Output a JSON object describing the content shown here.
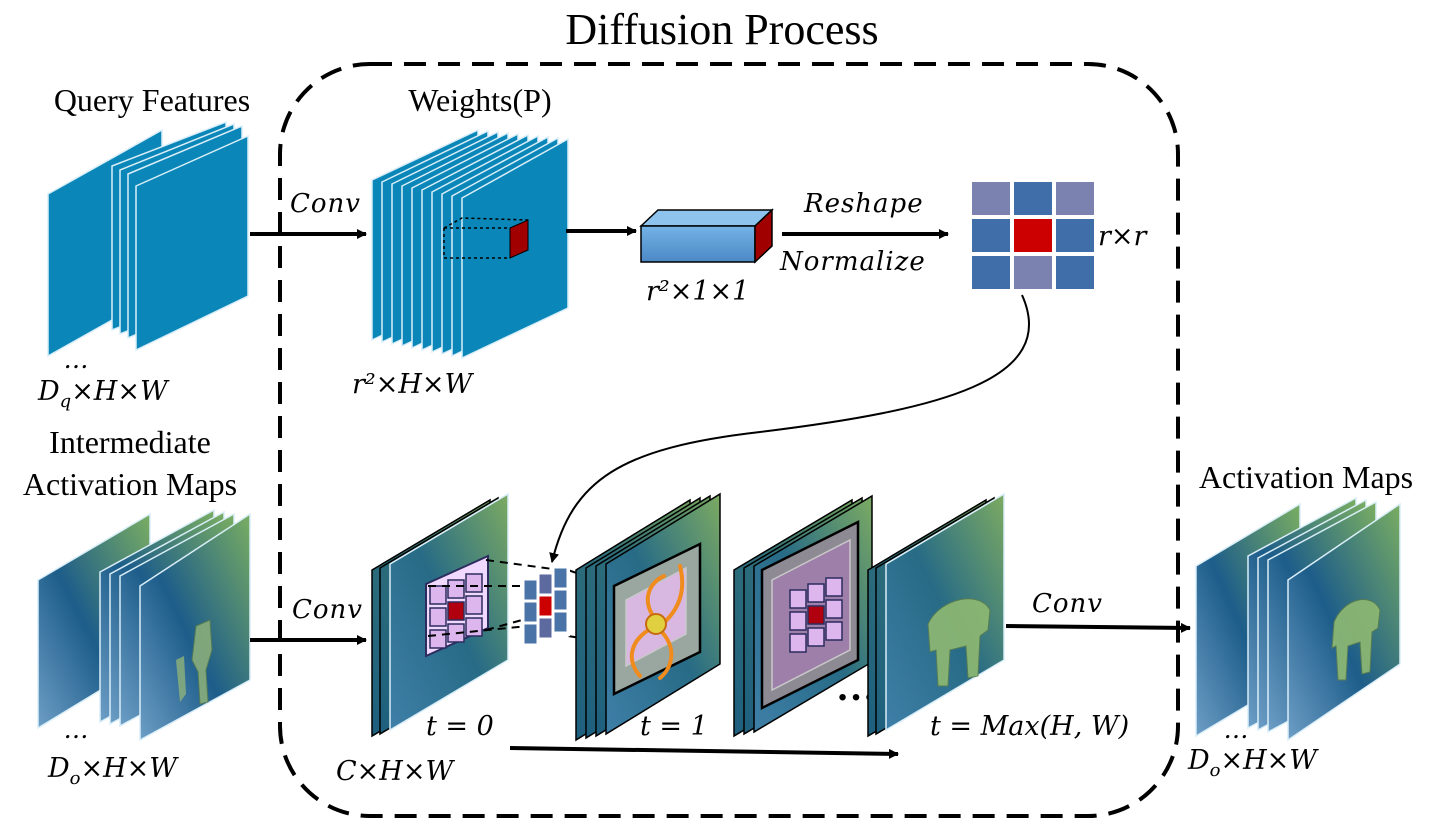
{
  "title": "Diffusion Process",
  "query_features": {
    "label": "Query Features",
    "dims_main": "D",
    "dims_sub": "q",
    "dims_rest": "×H×W",
    "dots": "…"
  },
  "weights": {
    "label": "Weights(P)",
    "dims": "r²×H×W"
  },
  "vector": {
    "dims": "r²×1×1"
  },
  "kernel": {
    "dims": "r×r"
  },
  "ops": {
    "conv_top": "Conv",
    "reshape": "Reshape",
    "normalize": "Normalize",
    "conv_bottom": "Conv",
    "conv_right": "Conv"
  },
  "intermediate": {
    "label_line1": "Intermediate",
    "label_line2": "Activation Maps",
    "dims_main": "D",
    "dims_sub": "o",
    "dims_rest": "×H×W",
    "dots": "…"
  },
  "steps": {
    "t0": "t = 0",
    "t1": "t = 1",
    "tmax": "t = Max(H, W)",
    "dims": "C×H×W",
    "ellipsis": "…"
  },
  "output": {
    "label": "Activation Maps",
    "dims_main": "D",
    "dims_sub": "o",
    "dims_rest": "×H×W",
    "dots": "…"
  },
  "colors": {
    "query_blue": "#0a86b8",
    "kernel_blue": "#4a74a8",
    "kernel_purple": "#7c82b0",
    "kernel_red": "#cc0000",
    "grid_pink": "#dcb6ec",
    "green": "#7aaa5e"
  }
}
